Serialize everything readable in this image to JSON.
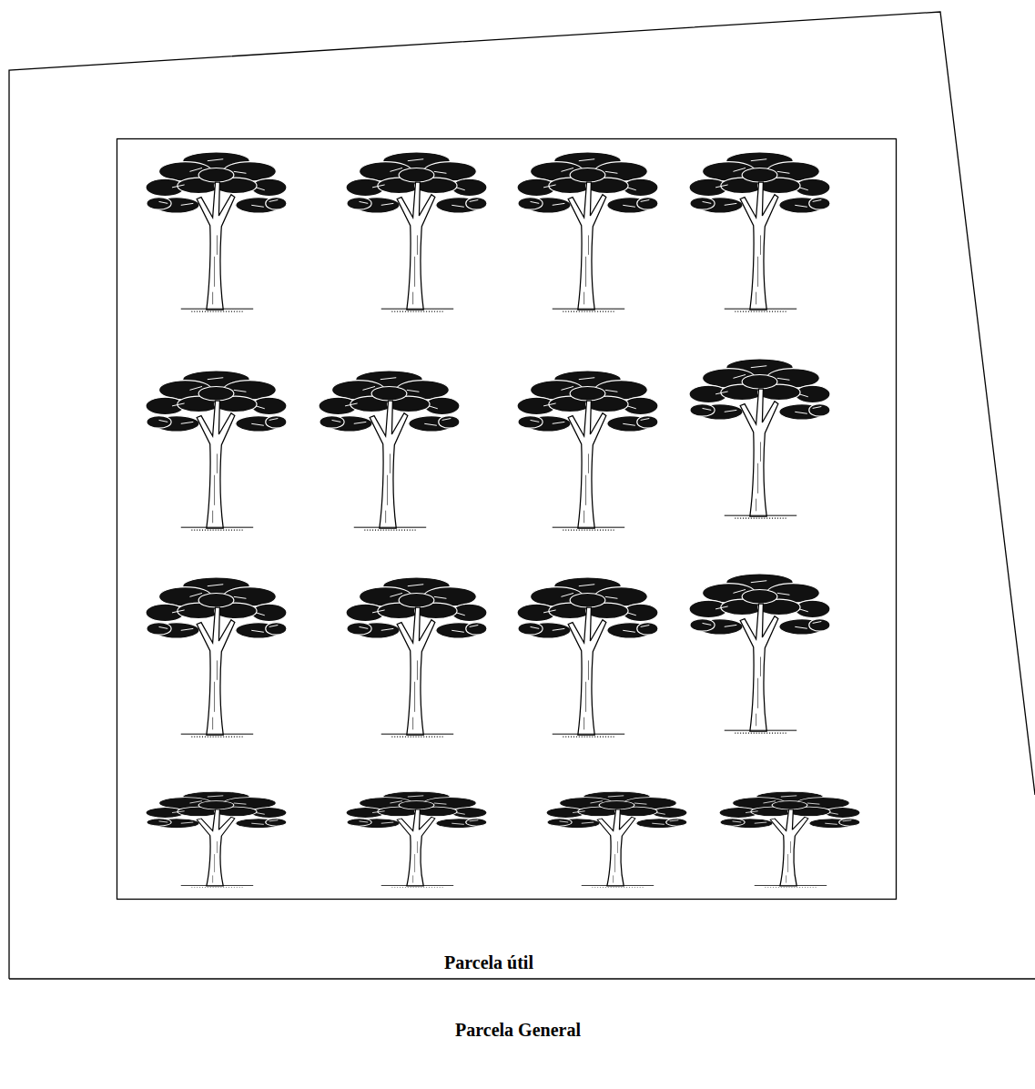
{
  "diagram": {
    "nodes": [
      {
        "text": [
          "Parcela General"
        ]
      },
      {
        "text": [
          "Parcela útil"
        ],
        "in": 0
      }
    ]
  }
}
